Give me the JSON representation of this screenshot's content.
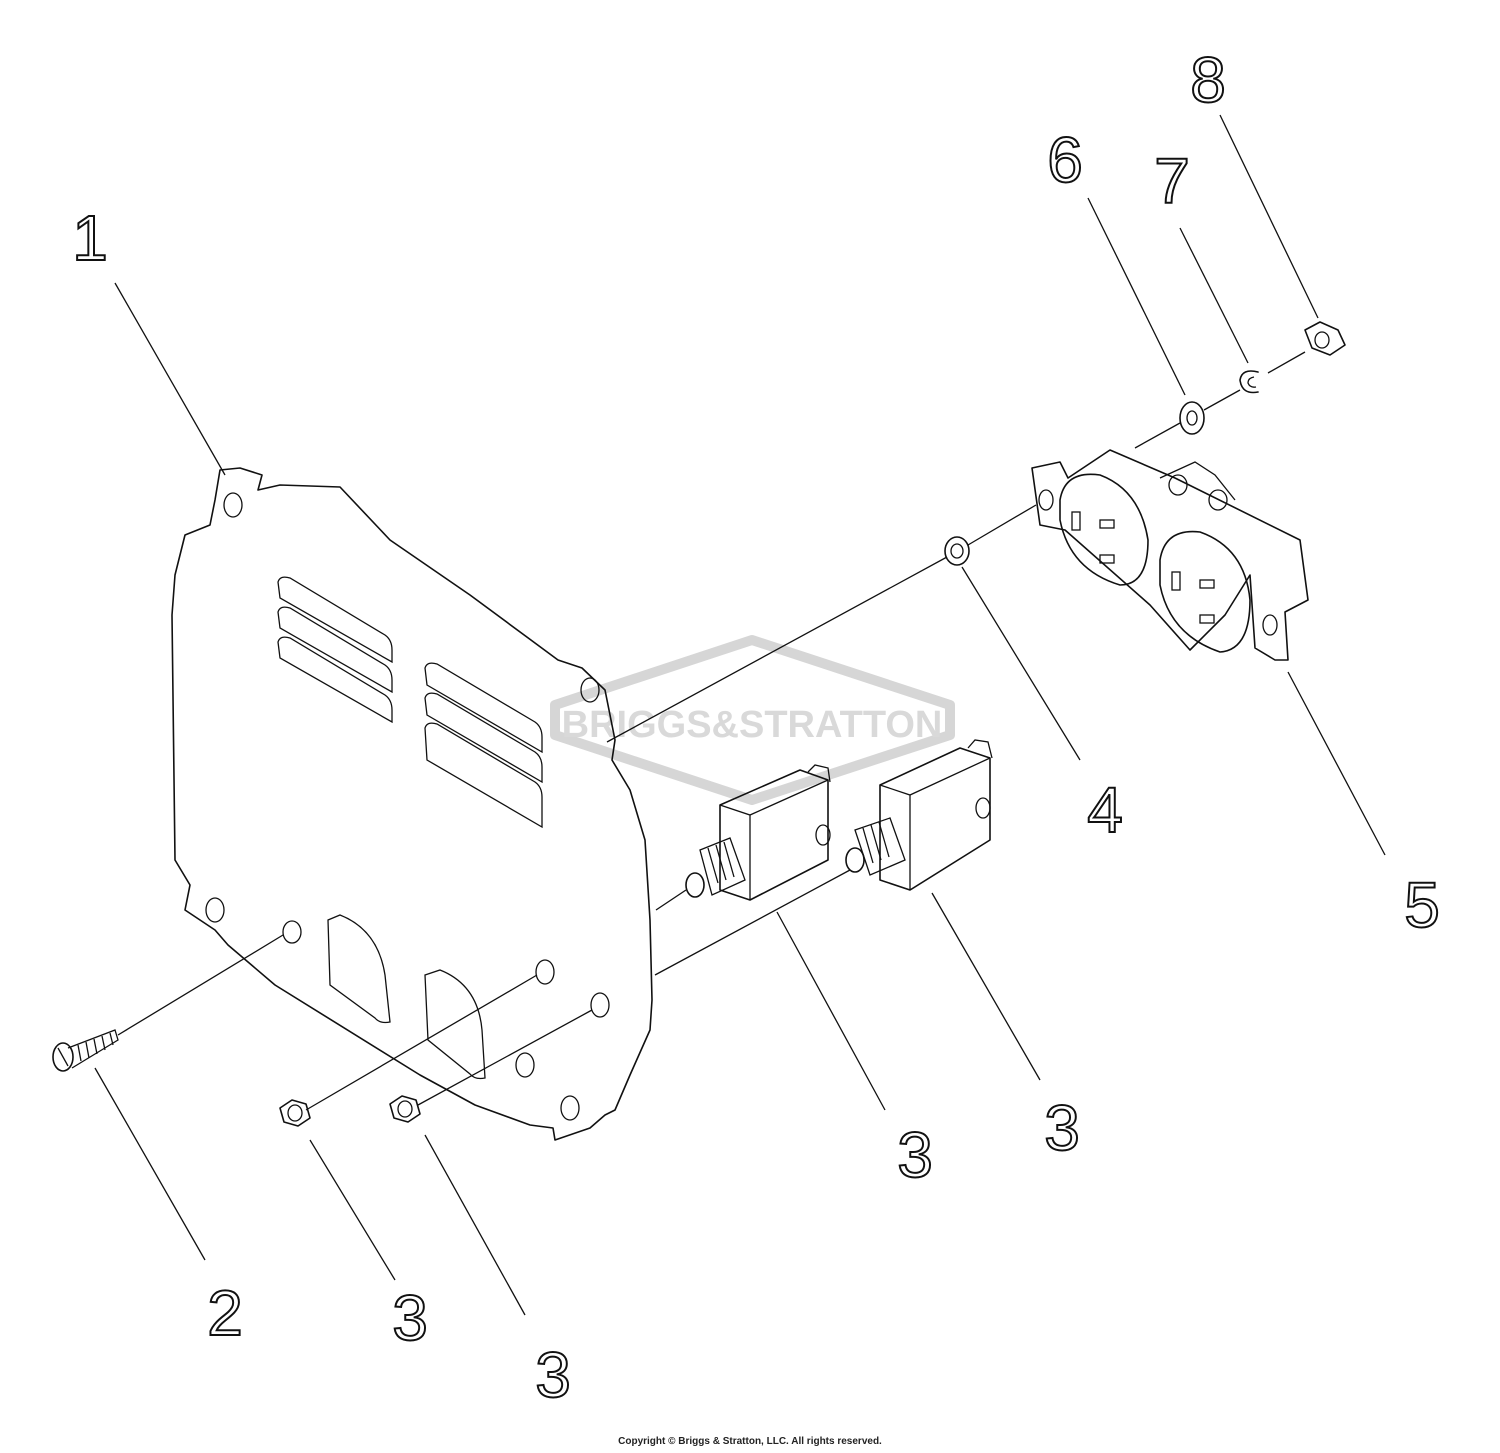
{
  "watermark": {
    "text": "BRIGGS&STRATTON"
  },
  "callouts": [
    {
      "id": "c1",
      "label": "1"
    },
    {
      "id": "c2",
      "label": "2"
    },
    {
      "id": "c3a",
      "label": "3"
    },
    {
      "id": "c3b",
      "label": "3"
    },
    {
      "id": "c3c",
      "label": "3"
    },
    {
      "id": "c3d",
      "label": "3"
    },
    {
      "id": "c4",
      "label": "4"
    },
    {
      "id": "c5",
      "label": "5"
    },
    {
      "id": "c6",
      "label": "6"
    },
    {
      "id": "c7",
      "label": "7"
    },
    {
      "id": "c8",
      "label": "8"
    }
  ],
  "footer": {
    "copyright": "Copyright © Briggs & Stratton, LLC. All rights reserved."
  }
}
